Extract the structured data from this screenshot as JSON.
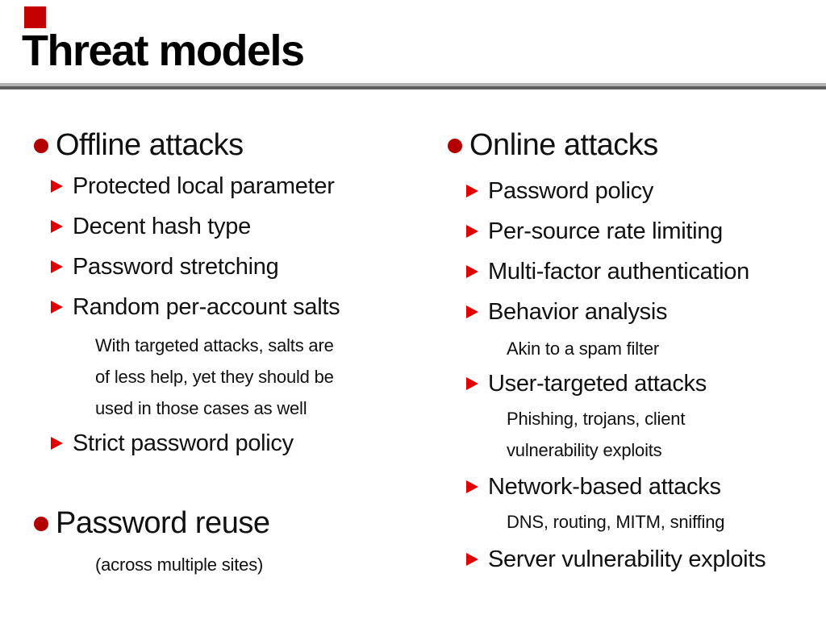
{
  "slide": {
    "title": "Threat models",
    "colors": {
      "corner_square": "#c40000",
      "bullet_circle": "#b30000",
      "bullet_triangle": "#e00000",
      "rule_top": "#b2b2b2",
      "rule_bottom": "#5e5e5e",
      "text": "#111111",
      "background": "#ffffff"
    },
    "left": {
      "heading_offline": "Offline attacks",
      "offline_items": [
        "Protected local parameter",
        "Decent hash type",
        "Password stretching",
        "Random per-account salts",
        "Strict password policy"
      ],
      "salts_note": [
        "With targeted attacks, salts are",
        "of less help, yet they should be",
        "used in those cases as well"
      ],
      "heading_reuse": "Password reuse",
      "reuse_note": "(across multiple sites)"
    },
    "right": {
      "heading_online": "Online attacks",
      "online_items": [
        "Password policy",
        "Per-source rate limiting",
        "Multi-factor authentication",
        "Behavior analysis",
        "User-targeted attacks",
        "Network-based attacks",
        "Server vulnerability exploits"
      ],
      "behavior_note": "Akin to a spam filter",
      "user_note": [
        "Phishing, trojans, client",
        "vulnerability exploits"
      ],
      "network_note": "DNS, routing, MITM, sniffing"
    }
  }
}
